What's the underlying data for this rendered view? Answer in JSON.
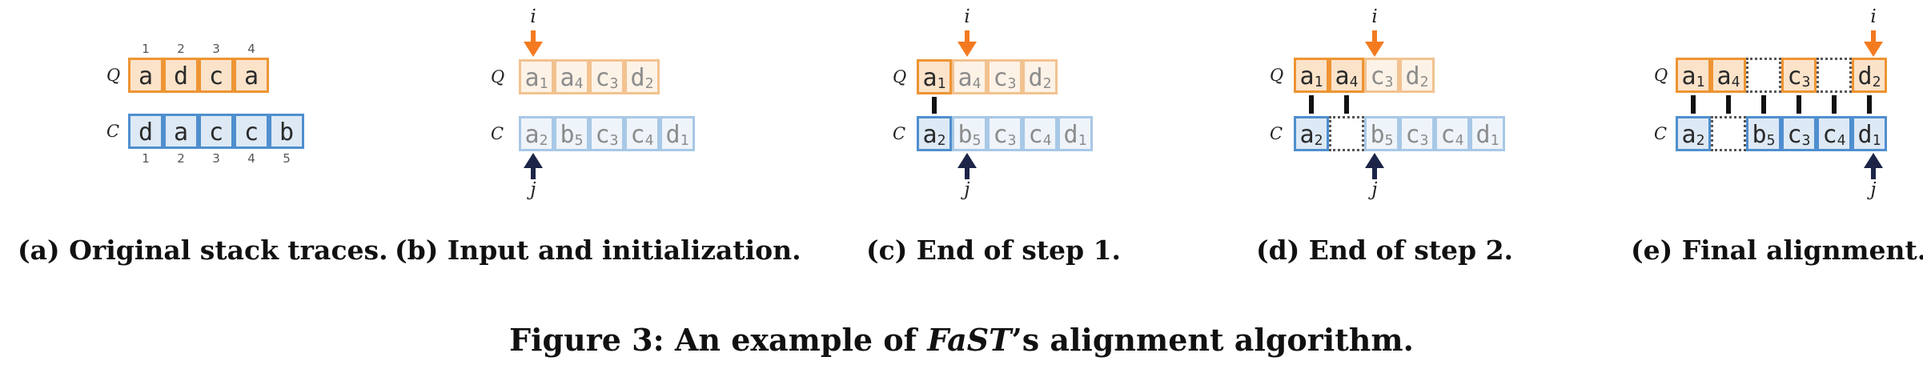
{
  "panels": [
    {
      "id": "a",
      "caption": "(a) Original stack traces.",
      "q_label": "Q",
      "c_label": "C",
      "q_indices": [
        "1",
        "2",
        "3",
        "4"
      ],
      "c_indices": [
        "1",
        "2",
        "3",
        "4",
        "5"
      ],
      "q_cells": [
        {
          "text": "a",
          "sub": "",
          "kind": "normal"
        },
        {
          "text": "d",
          "sub": "",
          "kind": "normal"
        },
        {
          "text": "c",
          "sub": "",
          "kind": "normal"
        },
        {
          "text": "a",
          "sub": "",
          "kind": "normal"
        }
      ],
      "c_cells": [
        {
          "text": "d",
          "sub": "",
          "kind": "normal"
        },
        {
          "text": "a",
          "sub": "",
          "kind": "normal"
        },
        {
          "text": "c",
          "sub": "",
          "kind": "normal"
        },
        {
          "text": "c",
          "sub": "",
          "kind": "normal"
        },
        {
          "text": "b",
          "sub": "",
          "kind": "normal"
        }
      ],
      "links": [],
      "pointer_i": null,
      "pointer_j": null
    },
    {
      "id": "b",
      "caption": "(b) Input and initialization.",
      "q_label": "Q",
      "c_label": "C",
      "q_cells": [
        {
          "text": "a",
          "sub": "1",
          "kind": "faint"
        },
        {
          "text": "a",
          "sub": "4",
          "kind": "faint"
        },
        {
          "text": "c",
          "sub": "3",
          "kind": "faint"
        },
        {
          "text": "d",
          "sub": "2",
          "kind": "faint"
        }
      ],
      "c_cells": [
        {
          "text": "a",
          "sub": "2",
          "kind": "faint"
        },
        {
          "text": "b",
          "sub": "5",
          "kind": "faint"
        },
        {
          "text": "c",
          "sub": "3",
          "kind": "faint"
        },
        {
          "text": "c",
          "sub": "4",
          "kind": "faint"
        },
        {
          "text": "d",
          "sub": "1",
          "kind": "faint"
        }
      ],
      "links": [],
      "pointer_i": {
        "label": "i",
        "slot": 0
      },
      "pointer_j": {
        "label": "j",
        "slot": 0
      }
    },
    {
      "id": "c",
      "caption": "(c) End of step 1.",
      "q_label": "Q",
      "c_label": "C",
      "q_cells": [
        {
          "text": "a",
          "sub": "1",
          "kind": "normal"
        },
        {
          "text": "a",
          "sub": "4",
          "kind": "faint"
        },
        {
          "text": "c",
          "sub": "3",
          "kind": "faint"
        },
        {
          "text": "d",
          "sub": "2",
          "kind": "faint"
        }
      ],
      "c_cells": [
        {
          "text": "a",
          "sub": "2",
          "kind": "normal"
        },
        {
          "text": "b",
          "sub": "5",
          "kind": "faint"
        },
        {
          "text": "c",
          "sub": "3",
          "kind": "faint"
        },
        {
          "text": "c",
          "sub": "4",
          "kind": "faint"
        },
        {
          "text": "d",
          "sub": "1",
          "kind": "faint"
        }
      ],
      "links": [
        0
      ],
      "pointer_i": {
        "label": "i",
        "slot": 1
      },
      "pointer_j": {
        "label": "j",
        "slot": 1
      }
    },
    {
      "id": "d",
      "caption": "(d) End of step 2.",
      "q_label": "Q",
      "c_label": "C",
      "q_cells": [
        {
          "text": "a",
          "sub": "1",
          "kind": "normal"
        },
        {
          "text": "a",
          "sub": "4",
          "kind": "normal"
        },
        {
          "text": "c",
          "sub": "3",
          "kind": "faint"
        },
        {
          "text": "d",
          "sub": "2",
          "kind": "faint"
        }
      ],
      "c_cells": [
        {
          "text": "a",
          "sub": "2",
          "kind": "normal"
        },
        {
          "text": "",
          "sub": "",
          "kind": "gap"
        },
        {
          "text": "b",
          "sub": "5",
          "kind": "faint"
        },
        {
          "text": "c",
          "sub": "3",
          "kind": "faint"
        },
        {
          "text": "c",
          "sub": "4",
          "kind": "faint"
        },
        {
          "text": "d",
          "sub": "1",
          "kind": "faint"
        }
      ],
      "links": [
        0,
        1
      ],
      "pointer_i": {
        "label": "i",
        "slot": 2
      },
      "pointer_j": {
        "label": "j",
        "slot": 2
      }
    },
    {
      "id": "e",
      "caption": "(e) Final alignment.",
      "q_label": "Q",
      "c_label": "C",
      "q_cells": [
        {
          "text": "a",
          "sub": "1",
          "kind": "normal"
        },
        {
          "text": "a",
          "sub": "4",
          "kind": "normal"
        },
        {
          "text": "",
          "sub": "",
          "kind": "gap"
        },
        {
          "text": "c",
          "sub": "3",
          "kind": "normal"
        },
        {
          "text": "",
          "sub": "",
          "kind": "gap"
        },
        {
          "text": "d",
          "sub": "2",
          "kind": "normal"
        }
      ],
      "c_cells": [
        {
          "text": "a",
          "sub": "2",
          "kind": "normal"
        },
        {
          "text": "",
          "sub": "",
          "kind": "gap"
        },
        {
          "text": "b",
          "sub": "5",
          "kind": "normal"
        },
        {
          "text": "c",
          "sub": "3",
          "kind": "normal"
        },
        {
          "text": "c",
          "sub": "4",
          "kind": "normal"
        },
        {
          "text": "d",
          "sub": "1",
          "kind": "normal"
        }
      ],
      "links": [
        0,
        1,
        2,
        3,
        4,
        5
      ],
      "pointer_i": {
        "label": "i",
        "slot": 5
      },
      "pointer_j": {
        "label": "j",
        "slot": 5
      }
    }
  ],
  "figure": {
    "prefix": "Figure 3: An example of ",
    "name": "FaST",
    "suffix": "’s alignment algorithm."
  },
  "colors": {
    "query_border": "#ee9433",
    "query_fill": "#fbe3c9",
    "candidate_border": "#4f8fcf",
    "candidate_fill": "#dde9f5",
    "pointer_i": "#f47a20",
    "pointer_j": "#1c2548",
    "link": "#111111"
  }
}
